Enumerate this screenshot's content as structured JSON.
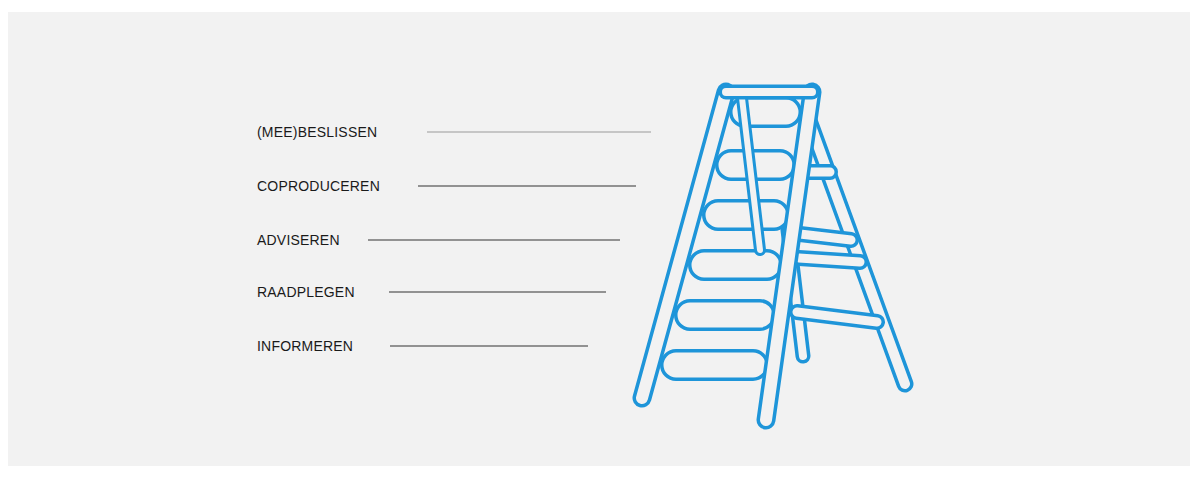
{
  "diagram": {
    "labels": [
      "(MEE)BESLISSEN",
      "COPRODUCEREN",
      "ADVISEREN",
      "RAADPLEGEN",
      "INFORMEREN"
    ]
  }
}
